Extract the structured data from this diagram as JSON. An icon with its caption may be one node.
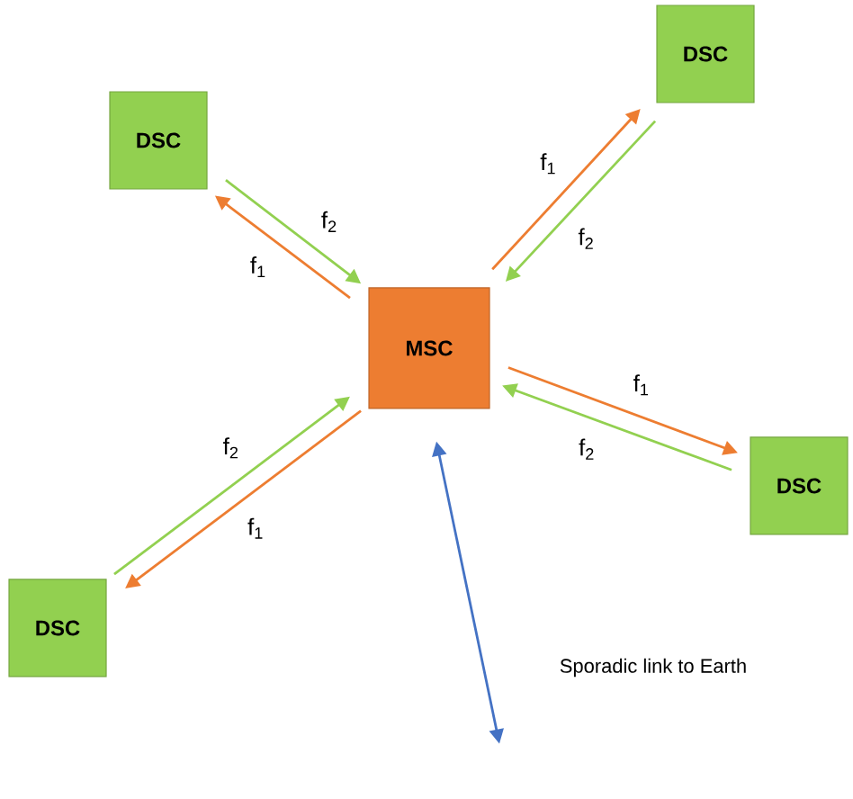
{
  "diagram": {
    "nodes": [
      {
        "text": [
          "MSC"
        ]
      },
      {
        "text": [
          "DSC"
        ]
      },
      {
        "text": [
          "DSC"
        ]
      },
      {
        "text": [
          "DSC"
        ]
      },
      {
        "text": [
          "DSC"
        ]
      }
    ],
    "edges": [
      {
        "from": 0,
        "to": 1,
        "arrow": "to",
        "label": "f$_{1}$",
        "color": "#ed7d31"
      },
      {
        "from": 1,
        "to": 0,
        "arrow": "to",
        "label": "f$_{2}$",
        "color": "#92d050"
      },
      {
        "from": 0,
        "to": 2,
        "arrow": "to",
        "label": "f$_{1}$",
        "color": "#ed7d31"
      },
      {
        "from": 2,
        "to": 0,
        "arrow": "to",
        "label": "f$_{2}$",
        "color": "#92d050"
      },
      {
        "from": 0,
        "to": 3,
        "arrow": "to",
        "label": "f$_{1}$",
        "color": "#ed7d31"
      },
      {
        "from": 3,
        "to": 0,
        "arrow": "to",
        "label": "f$_{2}$",
        "color": "#92d050"
      },
      {
        "from": 0,
        "to": 4,
        "arrow": "to",
        "label": "f$_{1}$",
        "color": "#ed7d31"
      },
      {
        "from": 4,
        "to": 0,
        "arrow": "to",
        "label": "f$_{2}$",
        "color": "#92d050"
      },
      {
        "from": 0,
        "to": null,
        "arrow": "both",
        "label": "Sporadic link to Earth",
        "color": "#4472c4"
      }
    ]
  }
}
